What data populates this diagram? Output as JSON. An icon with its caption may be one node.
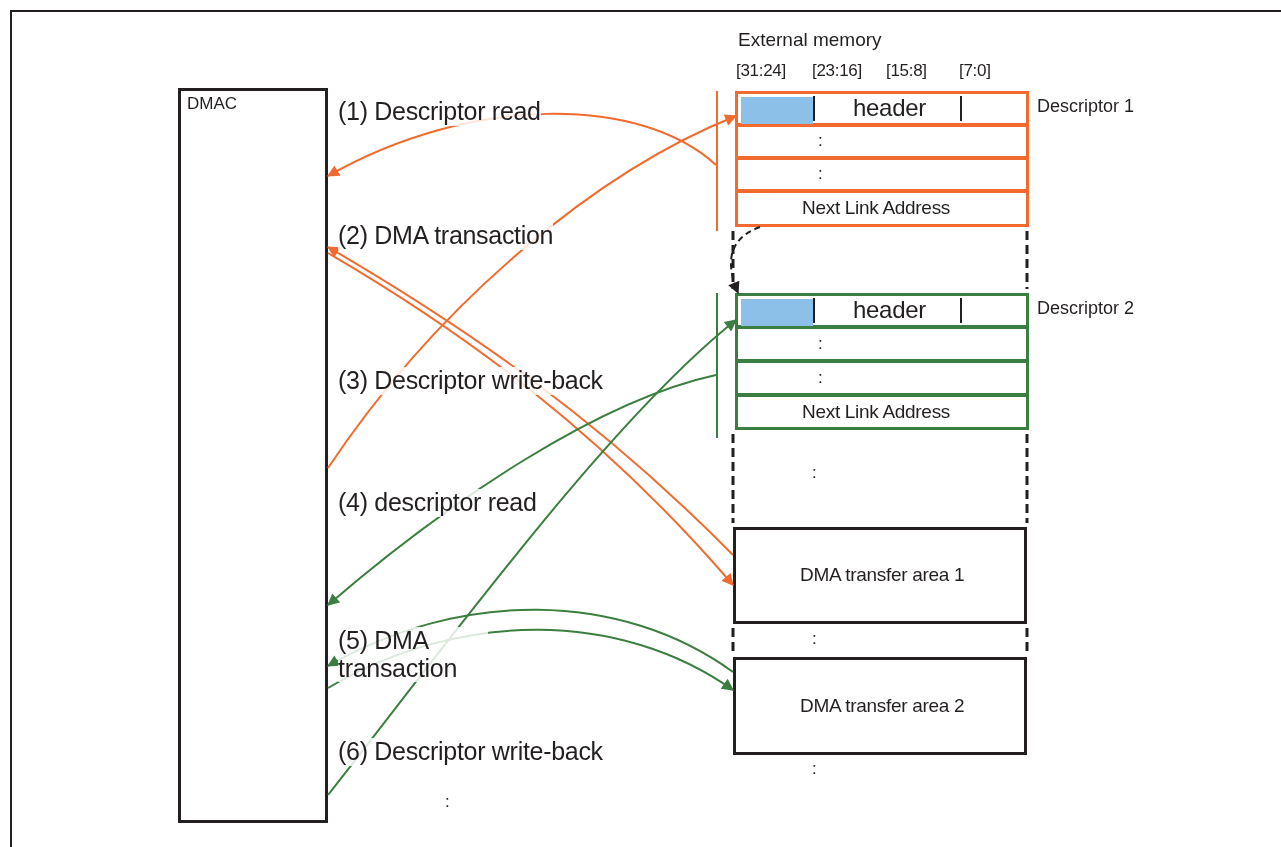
{
  "diagram": {
    "nodes": [
      {
        "text": [
          "DMAC"
        ]
      },
      {
        "text": [
          "External memory"
        ]
      },
      {
        "text": [
          "Descriptor 1"
        ],
        "in": 1
      },
      {
        "text": [
          "header"
        ],
        "in": 2
      },
      {
        "text": [],
        "shape": "box",
        "in": 3
      },
      {
        "text": [
          ":"
        ],
        "in": 2
      },
      {
        "text": [
          ":"
        ],
        "in": 2
      },
      {
        "text": [
          "Next Link Address"
        ],
        "in": 2
      },
      {
        "text": [
          "Descriptor 2"
        ],
        "in": 1
      },
      {
        "text": [
          "header"
        ],
        "in": 8
      },
      {
        "text": [],
        "shape": "box",
        "in": 9
      },
      {
        "text": [
          ":"
        ],
        "in": 8
      },
      {
        "text": [
          ":"
        ],
        "in": 8
      },
      {
        "text": [
          "Next Link Address"
        ],
        "in": 8
      },
      {
        "text": [
          "DMA transfer area 1"
        ],
        "in": 1
      },
      {
        "text": [
          "DMA transfer area 2"
        ],
        "in": 1
      }
    ],
    "edges": [
      {
        "from": 2,
        "to": 0,
        "arrow": "to",
        "color": "#f26a2d"
      },
      {
        "from": 14,
        "to": 0,
        "arrow": "to",
        "color": "#f26a2d"
      },
      {
        "from": 0,
        "to": 14,
        "arrow": "to",
        "color": "#f26a2d"
      },
      {
        "from": 0,
        "to": 4,
        "arrow": "to",
        "color": "#f26a2d"
      },
      {
        "from": 8,
        "to": 0,
        "arrow": "to",
        "color": "#3a7f3f"
      },
      {
        "from": 15,
        "to": 0,
        "arrow": "to",
        "color": "#3a7f3f"
      },
      {
        "from": 0,
        "to": 15,
        "arrow": "to",
        "color": "#3a7f3f"
      },
      {
        "from": 0,
        "to": 10,
        "arrow": "to",
        "color": "#3a7f3f"
      },
      {
        "from": 7,
        "to": 9,
        "arrow": "to",
        "style": "dashed",
        "color": "#231f20"
      }
    ],
    "labels": [
      "[31:24]",
      "[23:16]",
      "[15:8]",
      "[7:0]",
      "(1) Descriptor read",
      "(2) DMA transaction",
      "(3) Descriptor write-back",
      ":",
      "(4) descriptor read",
      "(5) DMA transaction",
      ":",
      "(6) Descriptor write-back",
      ":",
      ":"
    ]
  }
}
